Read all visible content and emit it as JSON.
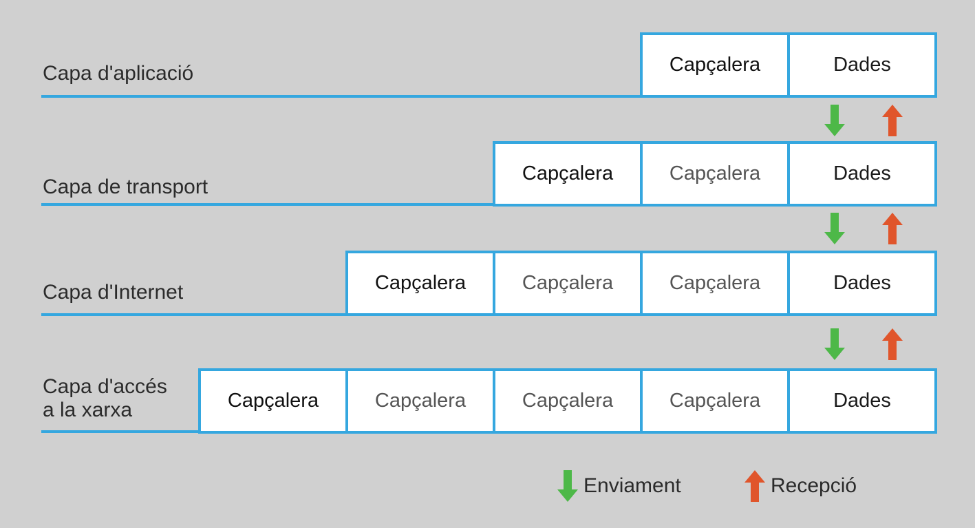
{
  "layers": [
    {
      "label": "Capa d'aplicació",
      "cells": [
        "Capçalera",
        "Dades"
      ]
    },
    {
      "label": "Capa de transport",
      "cells": [
        "Capçalera",
        "Capçalera",
        "Dades"
      ]
    },
    {
      "label": "Capa d'Internet",
      "cells": [
        "Capçalera",
        "Capçalera",
        "Capçalera",
        "Dades"
      ]
    },
    {
      "label": "Capa d'accés\na la xarxa",
      "cells": [
        "Capçalera",
        "Capçalera",
        "Capçalera",
        "Capçalera",
        "Dades"
      ]
    }
  ],
  "legend": {
    "send_label": "Enviament",
    "receive_label": "Recepció"
  },
  "colors": {
    "background": "#d0d0d0",
    "border": "#35a7df",
    "send_arrow": "#4db848",
    "receive_arrow": "#e0552b"
  }
}
